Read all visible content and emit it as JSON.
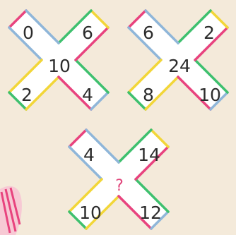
{
  "puzzles": [
    {
      "corners": [
        "0",
        "6",
        "2",
        "4"
      ],
      "center": "10"
    },
    {
      "corners": [
        "6",
        "2",
        "8",
        "10"
      ],
      "center": "24"
    },
    {
      "corners": [
        "4",
        "14",
        "10",
        "12"
      ],
      "center": "?"
    }
  ],
  "colors": {
    "background": "#f4eada",
    "card": "#ffffff",
    "edge_red": "#e8437e",
    "edge_yellow": "#f2d638",
    "edge_green": "#3ec06e",
    "edge_blue": "#8fb6d9",
    "text": "#2c2c2c",
    "question_mark": "#e0457b"
  }
}
